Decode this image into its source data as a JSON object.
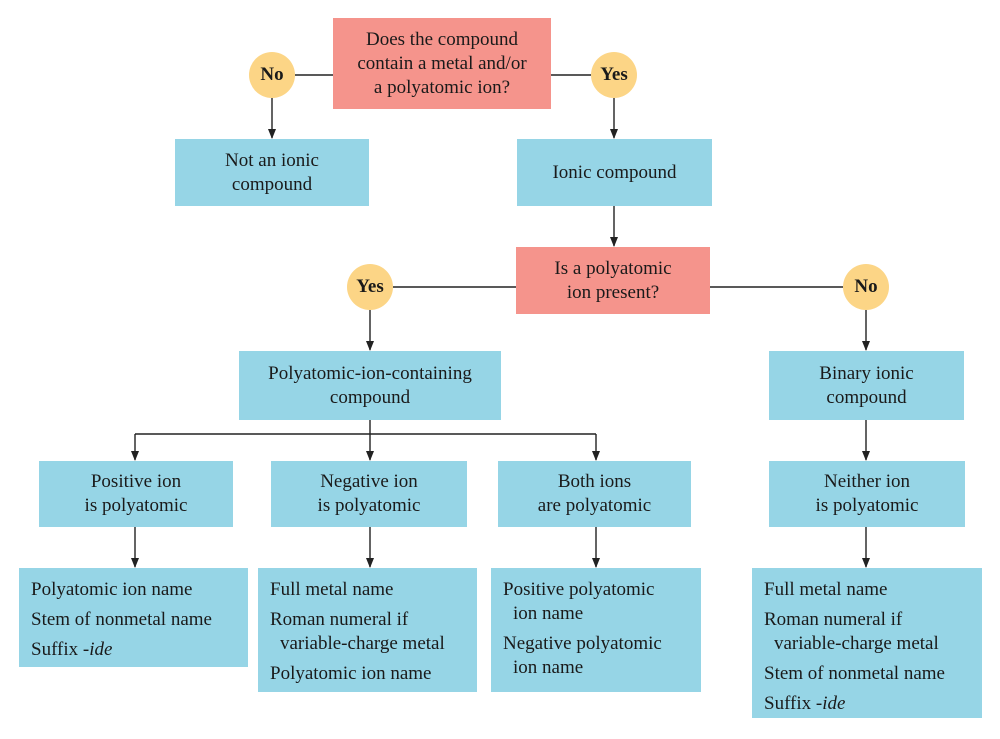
{
  "colors": {
    "question": "#f5948c",
    "box": "#96d5e6",
    "answer": "#fcd586",
    "line": "#222222"
  },
  "q1": {
    "lines": [
      "Does the compound",
      "contain a metal and/or",
      "a polyatomic ion?"
    ]
  },
  "no1": "No",
  "yes1": "Yes",
  "not_ionic": {
    "lines": [
      "Not an ionic",
      "compound"
    ]
  },
  "ionic": {
    "lines": [
      "Ionic compound"
    ]
  },
  "q2": {
    "lines": [
      "Is a polyatomic",
      "ion present?"
    ]
  },
  "yes2": "Yes",
  "no2": "No",
  "poly_compound": {
    "lines": [
      "Polyatomic-ion-containing",
      "compound"
    ]
  },
  "binary": {
    "lines": [
      "Binary ionic",
      "compound"
    ]
  },
  "pos_poly": {
    "lines": [
      "Positive ion",
      "is polyatomic"
    ]
  },
  "neg_poly": {
    "lines": [
      "Negative ion",
      "is polyatomic"
    ]
  },
  "both_poly": {
    "lines": [
      "Both ions",
      "are polyatomic"
    ]
  },
  "neither_poly": {
    "lines": [
      "Neither ion",
      "is polyatomic"
    ]
  },
  "rule_pos": {
    "l1": "Polyatomic ion name",
    "l2": "Stem of nonmetal name",
    "l3_prefix": "Suffix ",
    "l3_suffix": "-ide"
  },
  "rule_neg": {
    "l1": "Full metal name",
    "l2a": "Roman numeral if",
    "l2b": "variable-charge metal",
    "l3": "Polyatomic ion name"
  },
  "rule_both": {
    "l1a": "Positive polyatomic",
    "l1b": "ion name",
    "l2a": "Negative polyatomic",
    "l2b": "ion name"
  },
  "rule_neither": {
    "l1": "Full metal name",
    "l2a": "Roman numeral if",
    "l2b": "variable-charge metal",
    "l3": "Stem of nonmetal name",
    "l4_prefix": "Suffix ",
    "l4_suffix": "-ide"
  }
}
